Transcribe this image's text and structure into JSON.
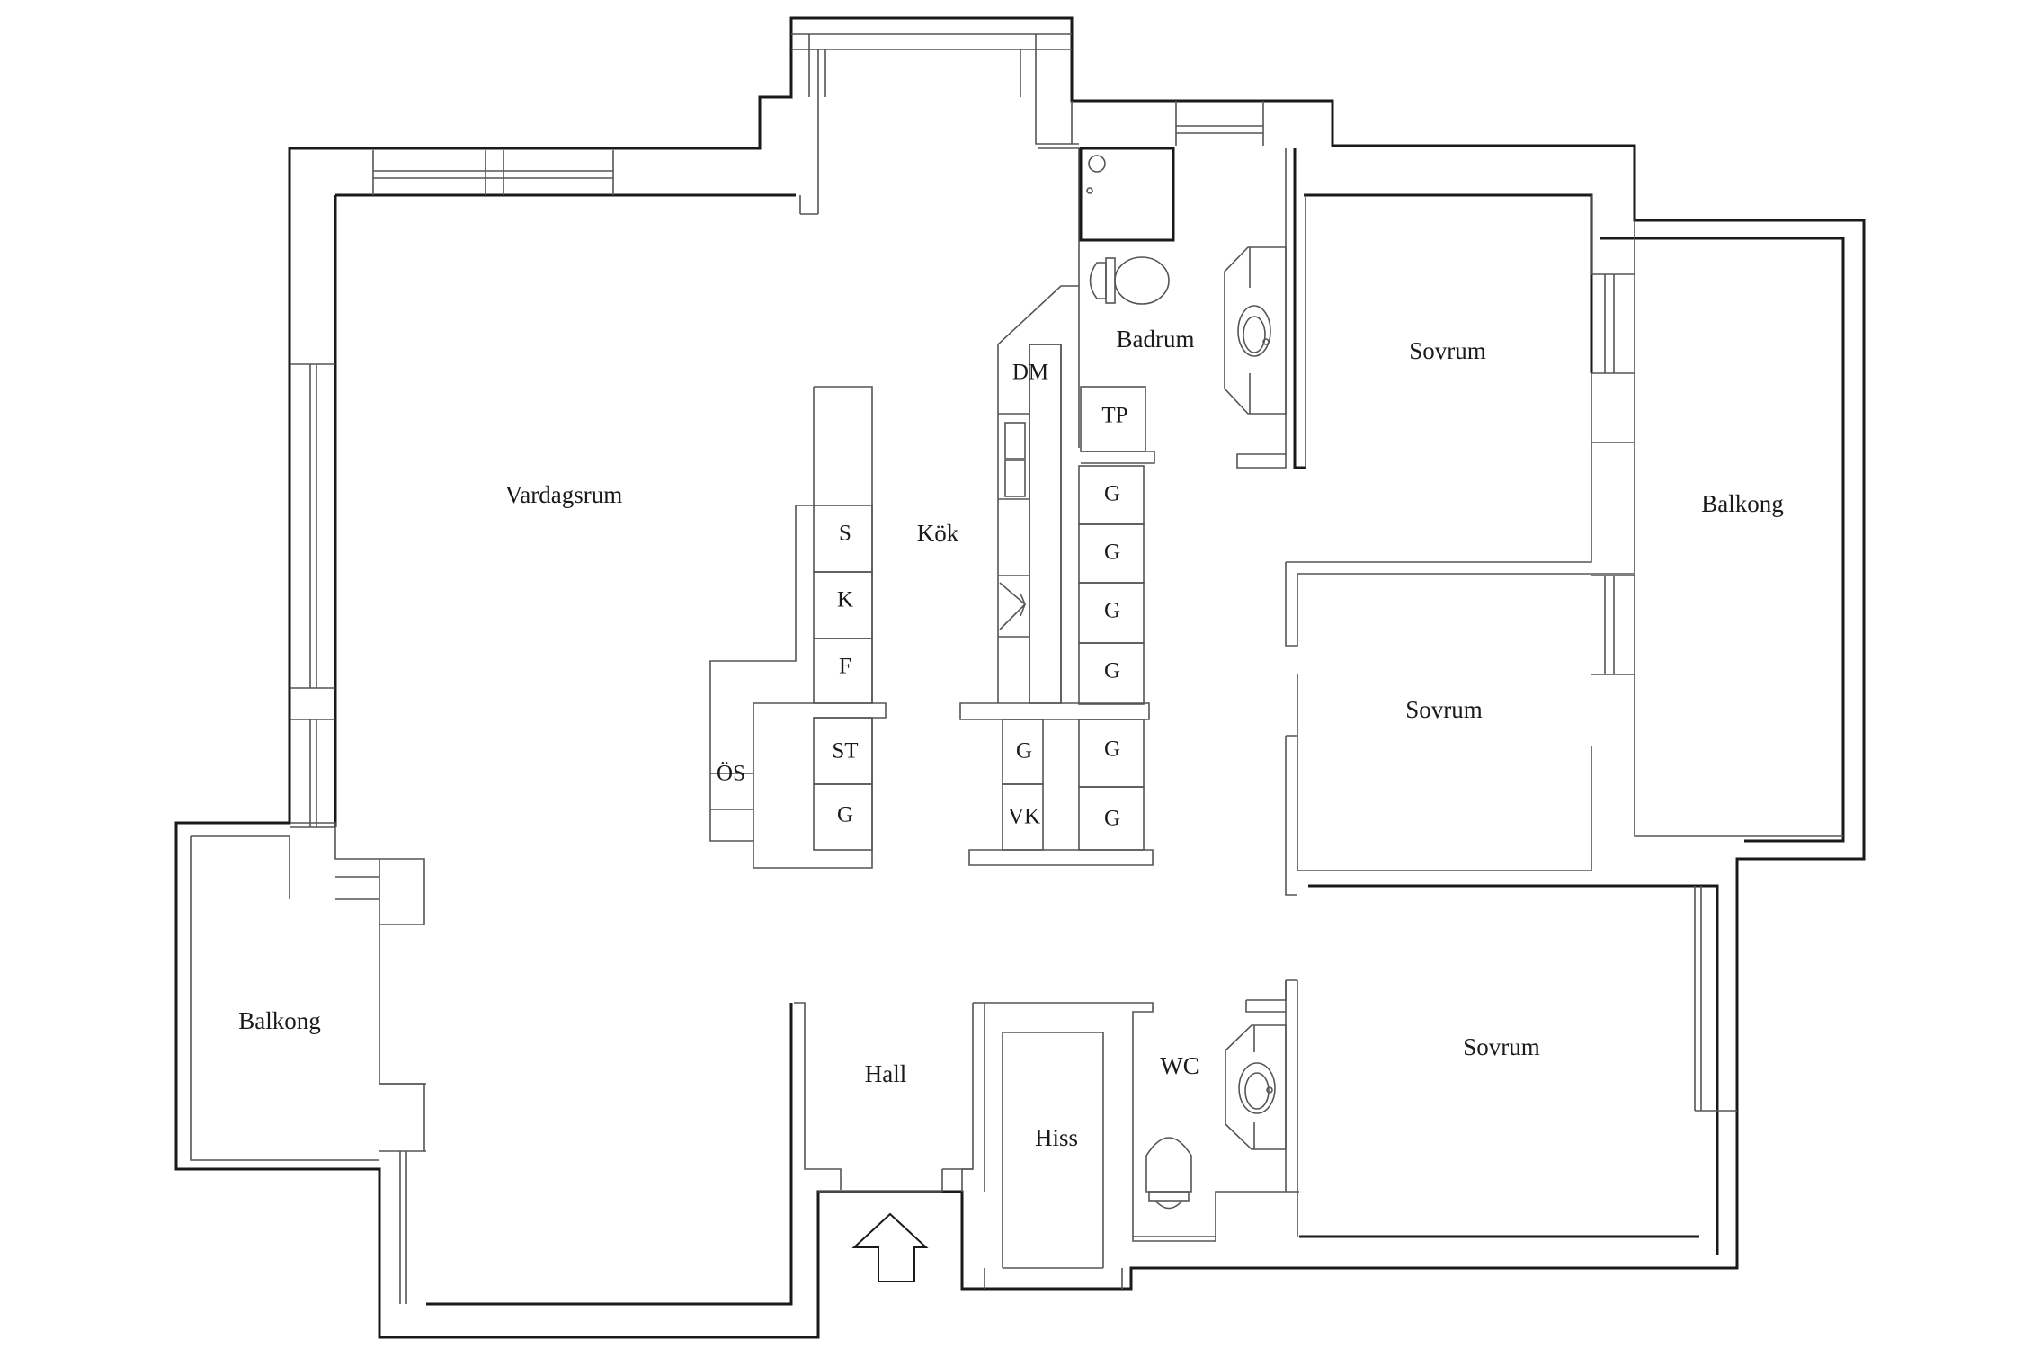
{
  "rooms": {
    "vardagsrum": "Vardagsrum",
    "kok": "Kök",
    "badrum": "Badrum",
    "sovrum_top": "Sovrum",
    "sovrum_mid": "Sovrum",
    "sovrum_bottom": "Sovrum",
    "balkong_right": "Balkong",
    "balkong_left": "Balkong",
    "hall": "Hall",
    "hiss": "Hiss",
    "wc": "WC"
  },
  "fixtures": {
    "dm": "DM",
    "tp": "TP",
    "s": "S",
    "k": "K",
    "f": "F",
    "st": "ST",
    "g_island_bottom": "G",
    "os": "ÖS",
    "g_cab_1": "G",
    "g_cab_2": "G",
    "g_cab_3": "G",
    "g_cab_4": "G",
    "g_lower_left": "G",
    "vk": "VK",
    "g_lower_right_1": "G",
    "g_lower_right_2": "G"
  },
  "icons": {
    "entrance": "entrance-arrow-icon",
    "toilet": "toilet-icon",
    "sink": "sink-icon",
    "shower": "shower-icon",
    "kitchen_sink": "kitchen-sink-icon"
  }
}
